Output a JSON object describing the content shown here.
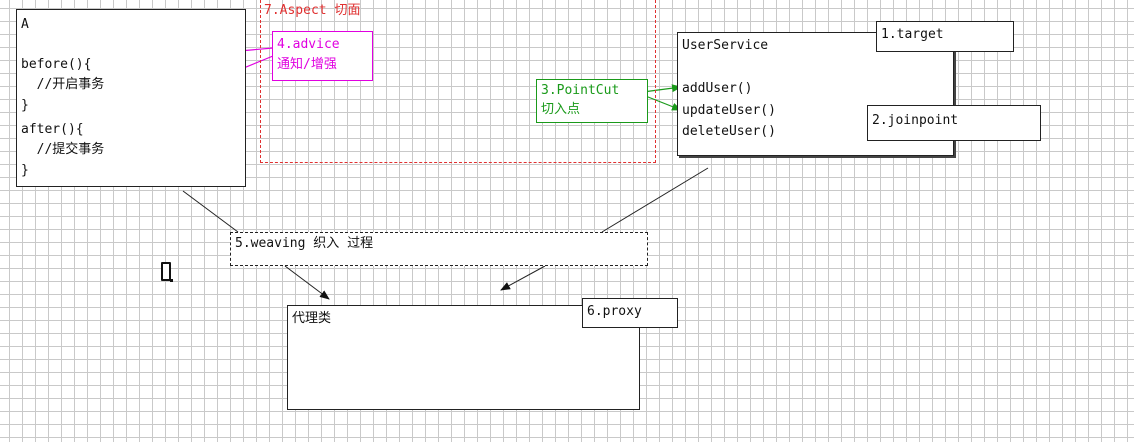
{
  "classA": {
    "title": "A",
    "lines": [
      "before(){",
      "  //开启事务",
      "}",
      "after(){",
      "  //提交事务",
      "}"
    ]
  },
  "aspect": {
    "label": "7.Aspect 切面"
  },
  "advice": {
    "line1": "4.advice",
    "line2": "通知/增强"
  },
  "pointcut": {
    "line1": "3.PointCut",
    "line2": "切入点"
  },
  "userService": {
    "title": "UserService",
    "methods": [
      "addUser()",
      "updateUser()",
      "deleteUser()"
    ]
  },
  "target": {
    "label": "1.target"
  },
  "joinpoint": {
    "label": "2.joinpoint"
  },
  "weaving": {
    "label": "5.weaving 织入 过程"
  },
  "proxyClass": {
    "label": "代理类"
  },
  "proxy": {
    "label": "6.proxy"
  },
  "colors": {
    "advice": "#e000e0",
    "pointcut": "#1a9a1a",
    "aspect": "#e03030",
    "border": "#222222"
  }
}
